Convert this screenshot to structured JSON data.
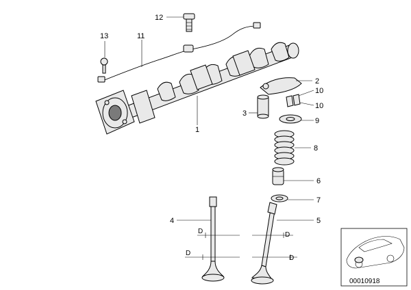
{
  "callouts": {
    "c1": "1",
    "c2": "2",
    "c3": "3",
    "c4": "4",
    "c5": "5",
    "c6": "6",
    "c7": "7",
    "c8": "8",
    "c9": "9",
    "c10a": "10",
    "c10b": "10",
    "c11": "11",
    "c12": "12",
    "c13": "13"
  },
  "dimensions": {
    "d1": "D",
    "d2": "D",
    "d3": "D",
    "d4": "D"
  },
  "thumbnail": {
    "code": "00010918"
  },
  "colors": {
    "line": "#000000",
    "fill": "#e9e9e9",
    "shade": "#7a7a7a"
  }
}
